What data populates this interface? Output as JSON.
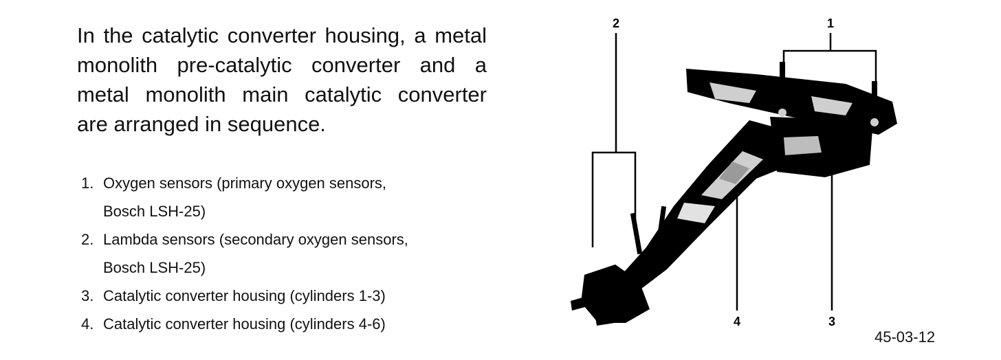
{
  "intro": {
    "lines": [
      "In the catalytic converter housing, a metal",
      "monolith pre-catalytic converter and a",
      "metal monolith main catalytic converter",
      "are arranged in sequence."
    ]
  },
  "legend": [
    {
      "num": "1.",
      "text": "Oxygen sensors (primary oxygen sensors,",
      "cont": "Bosch LSH-25)"
    },
    {
      "num": "2.",
      "text": "Lambda sensors (secondary oxygen sensors,",
      "cont": "Bosch LSH-25)"
    },
    {
      "num": "3.",
      "text": "Catalytic converter housing (cylinders 1-3)",
      "cont": ""
    },
    {
      "num": "4.",
      "text": "Catalytic converter housing (cylinders 4-6)",
      "cont": ""
    }
  ],
  "callouts": {
    "c1": "1",
    "c2": "2",
    "c3": "3",
    "c4": "4"
  },
  "figure_ref": "45-03-12",
  "colors": {
    "ink": "#000000",
    "paper": "#ffffff",
    "metal_highlight": "#cfcfcf"
  }
}
